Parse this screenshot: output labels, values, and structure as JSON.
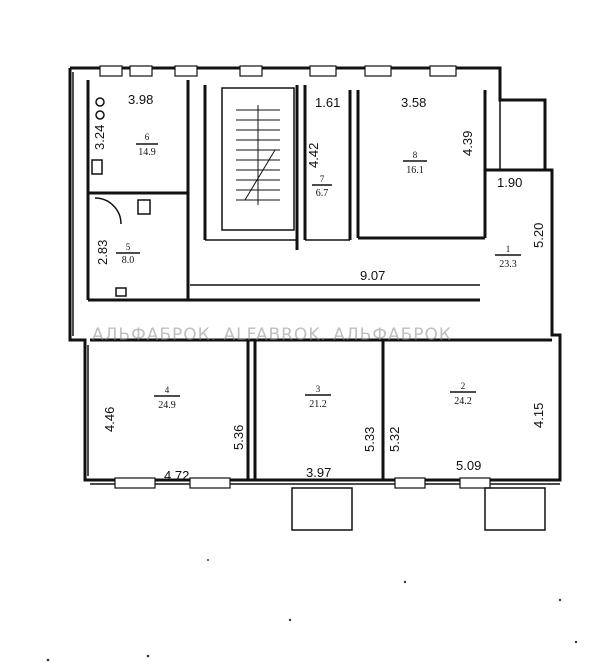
{
  "rooms": [
    {
      "id": "r1",
      "number": "1",
      "area": "23.3"
    },
    {
      "id": "r2",
      "number": "2",
      "area": "24.2"
    },
    {
      "id": "r3",
      "number": "3",
      "area": "21.2"
    },
    {
      "id": "r4",
      "number": "4",
      "area": "24.9"
    },
    {
      "id": "r5",
      "number": "5",
      "area": "8.0"
    },
    {
      "id": "r6",
      "number": "6",
      "area": "14.9"
    },
    {
      "id": "r7",
      "number": "7",
      "area": "6.7"
    },
    {
      "id": "r8",
      "number": "8",
      "area": "16.1"
    }
  ],
  "dimensions": {
    "d398": "3.98",
    "d324": "3.24",
    "d161": "1.61",
    "d442": "4.42",
    "d358": "3.58",
    "d439": "4.39",
    "d190": "1.90",
    "d520": "5.20",
    "d283": "2.83",
    "d907": "9.07",
    "d446": "4.46",
    "d536": "5.36",
    "d533": "5.33",
    "d532": "5.32",
    "d415": "4.15",
    "d472": "4.72",
    "d397": "3.97",
    "d509": "5.09"
  },
  "watermark": "АЛЬФАБРОК. ALFABROK. АЛЬФАБРОК"
}
